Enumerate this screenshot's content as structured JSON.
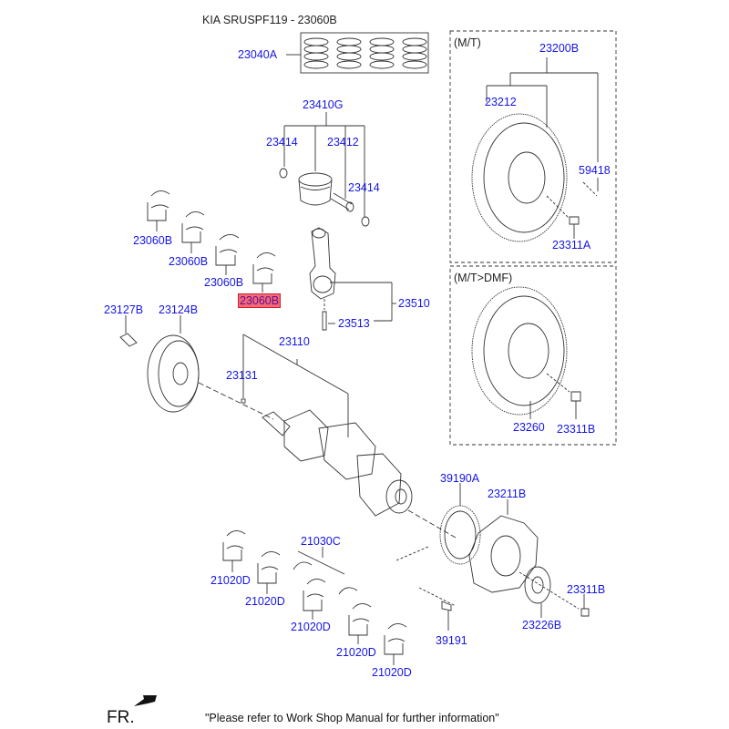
{
  "header": {
    "title": "KIA SRUSPF119 - 23060B"
  },
  "sections": {
    "mt": "(M/T)",
    "mt_dmf": "(M/T>DMF)"
  },
  "highlight_color": "#f06a7a",
  "label_color": "#1515e6",
  "parts": {
    "p23040A": "23040A",
    "p23410G": "23410G",
    "p23414a": "23414",
    "p23412": "23412",
    "p23414b": "23414",
    "p23060B_1": "23060B",
    "p23060B_2": "23060B",
    "p23060B_3": "23060B",
    "p23060B_4": "23060B",
    "p23510": "23510",
    "p23513": "23513",
    "p23127B": "23127B",
    "p23124B": "23124B",
    "p23110": "23110",
    "p23131": "23131",
    "p23200B": "23200B",
    "p23212": "23212",
    "p59418": "59418",
    "p23311A": "23311A",
    "p23260": "23260",
    "p23311B_top": "23311B",
    "p39190A": "39190A",
    "p23211B": "23211B",
    "p23311B_bot": "23311B",
    "p23226B": "23226B",
    "p39191": "39191",
    "p21030C": "21030C",
    "p21020D_1": "21020D",
    "p21020D_2": "21020D",
    "p21020D_3": "21020D",
    "p21020D_4": "21020D",
    "p21020D_5": "21020D"
  },
  "footer": {
    "direction": "FR.",
    "note": "\"Please refer to Work Shop Manual for further information\""
  }
}
